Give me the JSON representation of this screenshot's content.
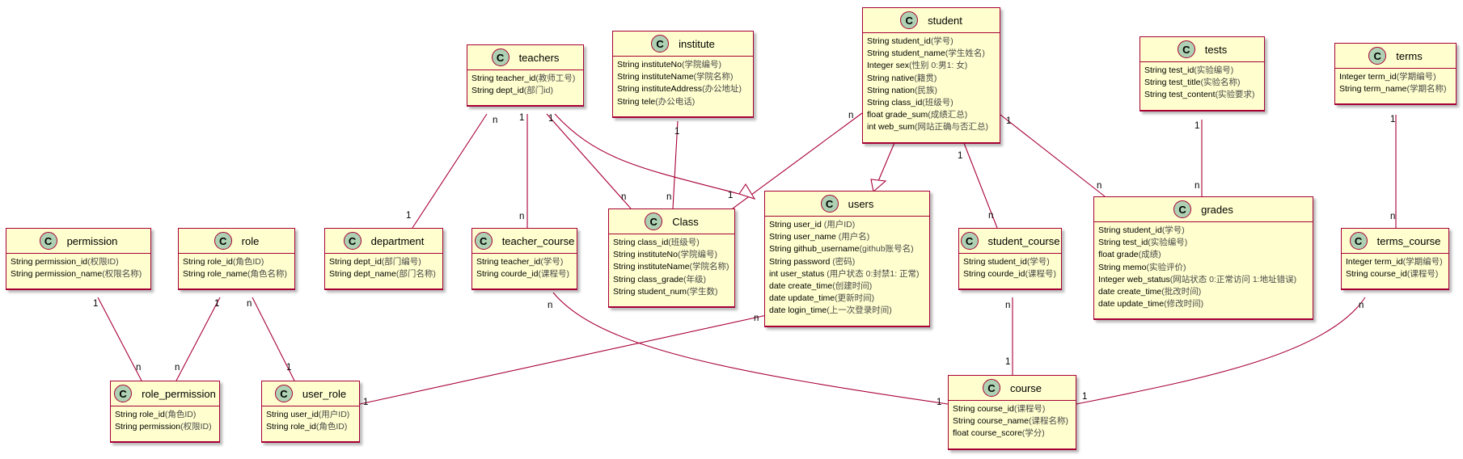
{
  "classes": {
    "teachers": {
      "name": "teachers",
      "badge": "C",
      "attrs": [
        {
          "t": "String teacher_id",
          "c": "(教师工号)"
        },
        {
          "t": "String dept_id",
          "c": "(部门id)"
        }
      ]
    },
    "institute": {
      "name": "institute",
      "badge": "C",
      "attrs": [
        {
          "t": "String instituteNo",
          "c": "(学院编号)"
        },
        {
          "t": "String instituteName",
          "c": "(学院名称)"
        },
        {
          "t": "String instituteAddress",
          "c": "(办公地址)"
        },
        {
          "t": "String tele",
          "c": "(办公电话)"
        }
      ]
    },
    "student": {
      "name": "student",
      "badge": "C",
      "attrs": [
        {
          "t": "String student_id",
          "c": "(学号)"
        },
        {
          "t": "String student_name",
          "c": "(学生姓名)"
        },
        {
          "t": "Integer sex",
          "c": "(性别 0:男1: 女)"
        },
        {
          "t": "String native",
          "c": "(籍贯)"
        },
        {
          "t": "String nation",
          "c": "(民族)"
        },
        {
          "t": "String class_id",
          "c": "(班级号)"
        },
        {
          "t": "float grade_sum",
          "c": "(成绩汇总)"
        },
        {
          "t": "int web_sum",
          "c": "(网站正确与否汇总)"
        }
      ]
    },
    "tests": {
      "name": "tests",
      "badge": "C",
      "attrs": [
        {
          "t": "String test_id",
          "c": "(实验编号)"
        },
        {
          "t": "String test_title",
          "c": "(实验名称)"
        },
        {
          "t": "String test_content",
          "c": "(实验要求)"
        }
      ]
    },
    "terms": {
      "name": "terms",
      "badge": "C",
      "attrs": [
        {
          "t": "Integer term_id",
          "c": "(学期编号)"
        },
        {
          "t": "String term_name",
          "c": "(学期名称)"
        }
      ]
    },
    "permission": {
      "name": "permission",
      "badge": "C",
      "attrs": [
        {
          "t": "String permission_id",
          "c": "(权限ID)"
        },
        {
          "t": "String permission_name",
          "c": "(权限名称)"
        }
      ]
    },
    "role": {
      "name": "role",
      "badge": "C",
      "attrs": [
        {
          "t": "String role_id",
          "c": "(角色ID)"
        },
        {
          "t": "String role_name",
          "c": "(角色名称)"
        }
      ]
    },
    "department": {
      "name": "department",
      "badge": "C",
      "attrs": [
        {
          "t": "String dept_id",
          "c": "(部门编号)"
        },
        {
          "t": "String dept_name",
          "c": "(部门名称)"
        }
      ]
    },
    "teacher_course": {
      "name": "teacher_course",
      "badge": "C",
      "attrs": [
        {
          "t": "String teacher_id",
          "c": "(学号)"
        },
        {
          "t": "String courde_id",
          "c": "(课程号)"
        }
      ]
    },
    "Class": {
      "name": "Class",
      "badge": "C",
      "attrs": [
        {
          "t": "String class_id",
          "c": "(班级号)"
        },
        {
          "t": "String instituteNo",
          "c": "(学院编号)"
        },
        {
          "t": "String instituteName",
          "c": "(学院名称)"
        },
        {
          "t": "String class_grade",
          "c": "(年级)"
        },
        {
          "t": "String student_num",
          "c": "(学生数)"
        }
      ]
    },
    "users": {
      "name": "users",
      "badge": "C",
      "attrs": [
        {
          "t": "String user_id ",
          "c": "(用户ID)"
        },
        {
          "t": "String user_name ",
          "c": "(用户名)"
        },
        {
          "t": "String github_username",
          "c": "(github账号名)"
        },
        {
          "t": "String password ",
          "c": "(密码)"
        },
        {
          "t": "int user_status ",
          "c": "(用户状态 0:封禁1: 正常)"
        },
        {
          "t": "date create_time",
          "c": "(创建时间)"
        },
        {
          "t": "date update_time",
          "c": "(更新时间)"
        },
        {
          "t": "date login_time",
          "c": "(上一次登录时间)"
        }
      ]
    },
    "student_course": {
      "name": "student_course",
      "badge": "C",
      "attrs": [
        {
          "t": "String student_id",
          "c": "(学号)"
        },
        {
          "t": "String courde_id",
          "c": "(课程号)"
        }
      ]
    },
    "grades": {
      "name": "grades",
      "badge": "C",
      "attrs": [
        {
          "t": "String student_id",
          "c": "(学号)"
        },
        {
          "t": "String test_id",
          "c": "(实验编号)"
        },
        {
          "t": "float grade",
          "c": "(成绩)"
        },
        {
          "t": "String memo",
          "c": "(实验评价)"
        },
        {
          "t": "Integer web_status",
          "c": "(网站状态 0:正常访问 1:地址错误)"
        },
        {
          "t": "date create_time",
          "c": "(批改时间)"
        },
        {
          "t": "date update_time",
          "c": "(修改时间)"
        }
      ]
    },
    "terms_course": {
      "name": "terms_course",
      "badge": "C",
      "attrs": [
        {
          "t": "Integer term_id",
          "c": "(学期编号)"
        },
        {
          "t": "String course_id",
          "c": "(课程号)"
        }
      ]
    },
    "role_permission": {
      "name": "role_permission",
      "badge": "C",
      "attrs": [
        {
          "t": "String role_id",
          "c": "(角色ID)"
        },
        {
          "t": "String permission",
          "c": "(权限ID)"
        }
      ]
    },
    "user_role": {
      "name": "user_role",
      "badge": "C",
      "attrs": [
        {
          "t": "String user_id",
          "c": "(用户ID)"
        },
        {
          "t": "String role_id",
          "c": "(角色ID)"
        }
      ]
    },
    "course": {
      "name": "course",
      "badge": "C",
      "attrs": [
        {
          "t": "String course_id",
          "c": "(课程号)"
        },
        {
          "t": "String course_name",
          "c": "(课程名称)"
        },
        {
          "t": "float course_score",
          "c": "(学分)"
        }
      ]
    }
  },
  "relations": [
    {
      "from": "teachers",
      "to": "department",
      "from_mult": "n",
      "to_mult": "1"
    },
    {
      "from": "teachers",
      "to": "teacher_course",
      "from_mult": "1",
      "to_mult": "n"
    },
    {
      "from": "teachers",
      "to": "Class",
      "from_mult": "1",
      "to_mult": "n"
    },
    {
      "from": "teachers",
      "to": "users",
      "kind": "inheritance"
    },
    {
      "from": "student",
      "to": "users",
      "kind": "inheritance"
    },
    {
      "from": "institute",
      "to": "Class",
      "from_mult": "1",
      "to_mult": "n"
    },
    {
      "from": "student",
      "to": "Class",
      "from_mult": "n",
      "to_mult": "1"
    },
    {
      "from": "student",
      "to": "student_course",
      "from_mult": "1",
      "to_mult": "n"
    },
    {
      "from": "student",
      "to": "grades",
      "from_mult": "1",
      "to_mult": "n"
    },
    {
      "from": "tests",
      "to": "grades",
      "from_mult": "1",
      "to_mult": "n"
    },
    {
      "from": "terms",
      "to": "terms_course",
      "from_mult": "1",
      "to_mult": "n"
    },
    {
      "from": "permission",
      "to": "role_permission",
      "from_mult": "1",
      "to_mult": "n"
    },
    {
      "from": "role",
      "to": "role_permission",
      "from_mult": "1",
      "to_mult": "n"
    },
    {
      "from": "role",
      "to": "user_role",
      "from_mult": "n",
      "to_mult": "1"
    },
    {
      "from": "users",
      "to": "user_role",
      "from_mult": "n",
      "to_mult": "1"
    },
    {
      "from": "teacher_course",
      "to": "course",
      "from_mult": "n",
      "to_mult": "1"
    },
    {
      "from": "student_course",
      "to": "course",
      "from_mult": "n",
      "to_mult": "1"
    },
    {
      "from": "terms_course",
      "to": "course",
      "from_mult": "n",
      "to_mult": "1"
    }
  ]
}
